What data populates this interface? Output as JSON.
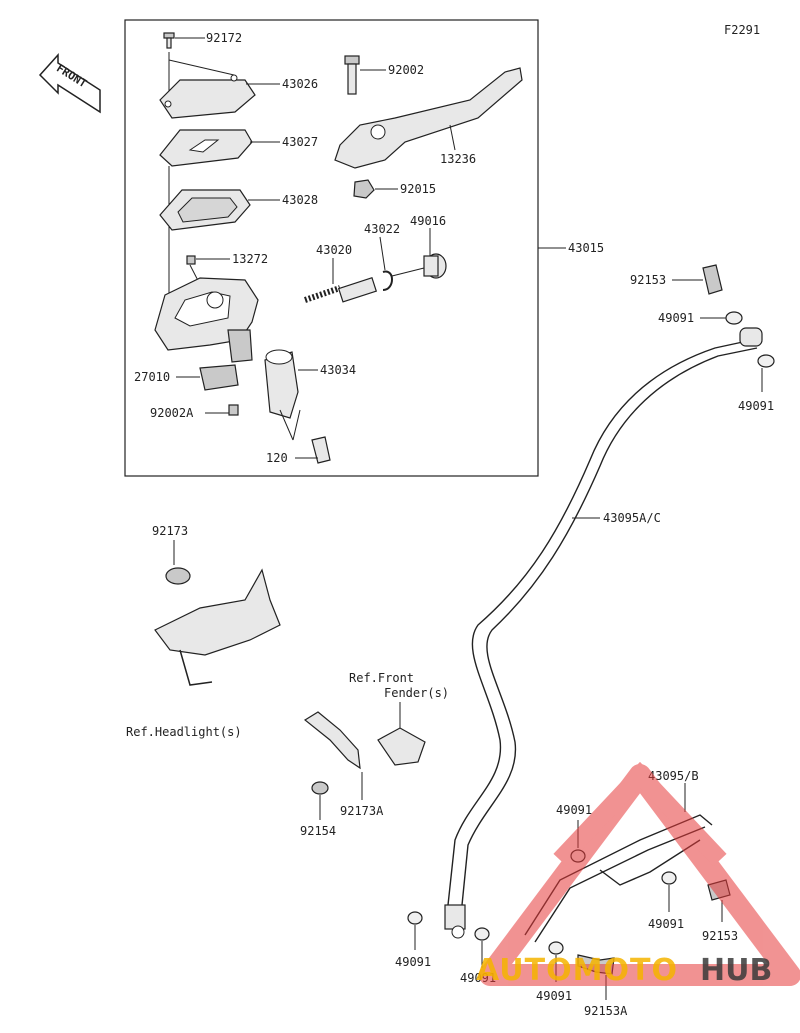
{
  "diagram_code": "F2291",
  "front_arrow": "FRONT",
  "labels": {
    "l92172": "92172",
    "l43026": "43026",
    "l43027": "43027",
    "l43028": "43028",
    "l13272": "13272",
    "l27010": "27010",
    "l92002A": "92002A",
    "l120": "120",
    "l92002": "92002",
    "l13236": "13236",
    "l92015": "92015",
    "l43020": "43020",
    "l43022": "43022",
    "l49016": "49016",
    "l43015": "43015",
    "l43034": "43034",
    "l92153_top": "92153",
    "l49091_top1": "49091",
    "l49091_top2": "49091",
    "l43095AC": "43095A/C",
    "l92173": "92173",
    "l_ref_headlight": "Ref.Headlight(s)",
    "l_ref_front_1": "Ref.Front",
    "l_ref_front_2": "Fender(s)",
    "l92173A": "92173A",
    "l92154": "92154",
    "l43095B": "43095/B",
    "l49091_b1": "49091",
    "l49091_b2": "49091",
    "l49091_b3": "49091",
    "l49091_b4": "49091",
    "l49091_b5": "49091",
    "l92153_b": "92153",
    "l92153A": "92153A"
  },
  "watermark": {
    "brand_a": "AUTOMOTO",
    "brand_b": "HUB",
    "color_a": "#f5b400",
    "color_b": "#3a3a3a",
    "triangle_color": "#e63a3a"
  }
}
